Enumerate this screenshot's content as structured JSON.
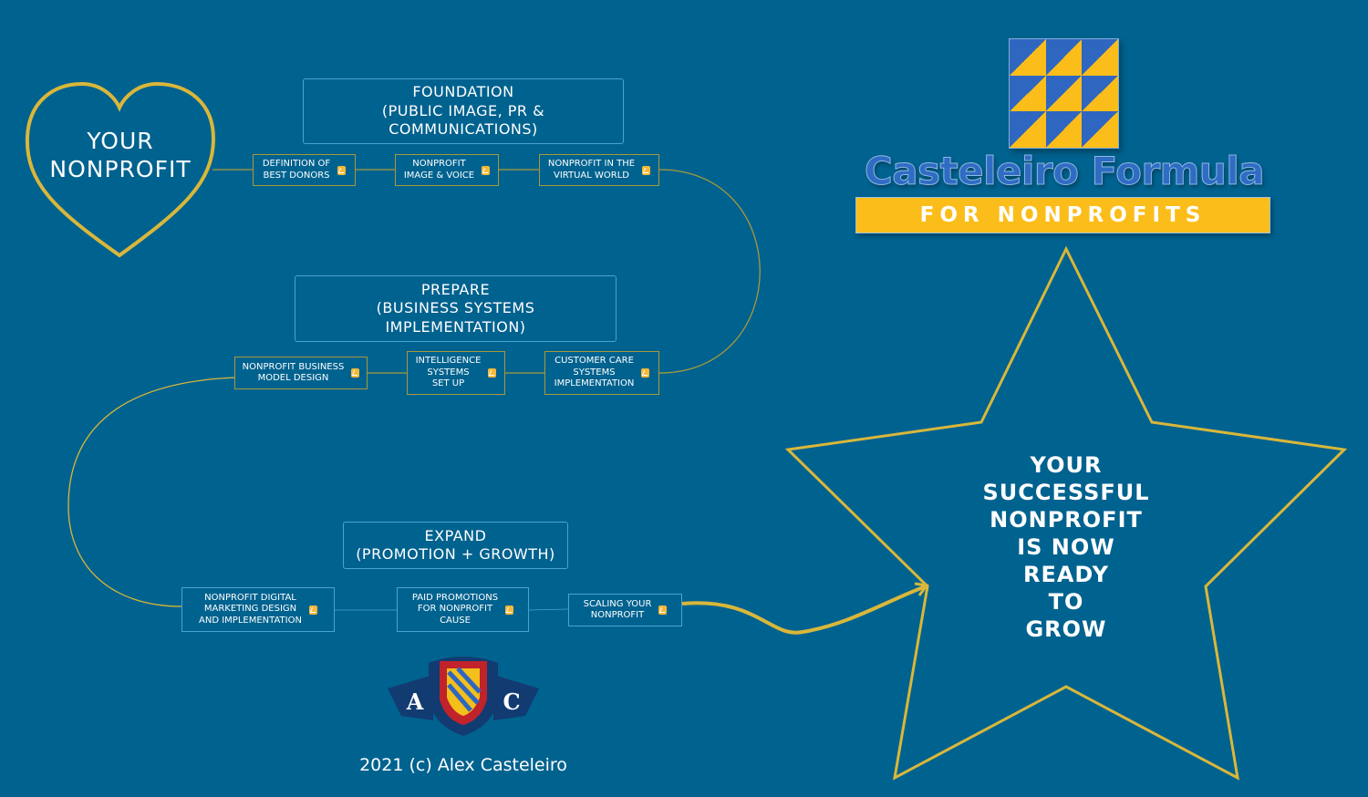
{
  "heart_label": "YOUR\nNONPROFIT",
  "star_label": "YOUR\nSUCCESSFUL\nNONPROFIT\nIS NOW\nREADY\nTO\nGROW",
  "logo": {
    "title": "Casteleiro Formula",
    "subtitle": "FOR NONPROFITS"
  },
  "sections": [
    {
      "title": "FOUNDATION\n(PUBLIC IMAGE, PR &\nCOMMUNICATIONS)",
      "items": [
        "DEFINITION OF\nBEST DONORS",
        "NONPROFIT\nIMAGE & VOICE",
        "NONPROFIT IN THE\nVIRTUAL WORLD"
      ]
    },
    {
      "title": "PREPARE\n(BUSINESS  SYSTEMS\nIMPLEMENTATION)",
      "items": [
        "NONPROFIT BUSINESS\nMODEL DESIGN",
        "INTELLIGENCE\nSYSTEMS\nSET UP",
        "CUSTOMER CARE\nSYSTEMS\nIMPLEMENTATION"
      ]
    },
    {
      "title": "EXPAND\n(PROMOTION + GROWTH)",
      "items": [
        "NONPROFIT DIGITAL\nMARKETING DESIGN\nAND IMPLEMENTATION",
        "PAID PROMOTIONS\nFOR NONPROFIT\nCAUSE",
        "SCALING YOUR\nNONPROFIT"
      ]
    }
  ],
  "crest": {
    "left_letter": "A",
    "right_letter": "C"
  },
  "copyright": "2021 (c) Alex Casteleiro",
  "colors": {
    "background": "#00628f",
    "gold": "#d9b73a",
    "logo_blue": "#2f6cc4",
    "logo_yellow": "#fbbd1a"
  }
}
